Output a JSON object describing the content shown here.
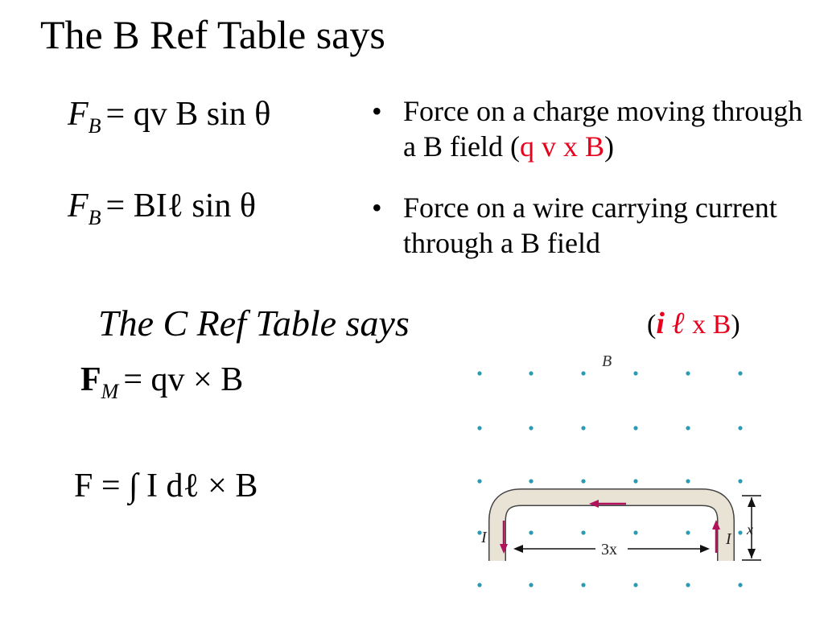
{
  "title": "The B Ref Table says",
  "equations": {
    "eq1": {
      "lhs": "F",
      "lhs_sub": "B",
      "rhs": "= qv B sin θ"
    },
    "eq2": {
      "lhs": "F",
      "lhs_sub": "B",
      "rhs": "= BIℓ sin θ"
    },
    "eq3": {
      "lhs": "F",
      "lhs_sub": "M",
      "rhs": "= qv × B"
    },
    "eq4": {
      "text": "F = ∫ I dℓ × B"
    }
  },
  "bullets": [
    {
      "text": "Force on a charge moving through a B field (",
      "highlight": "q v x B",
      "suffix": ")"
    },
    {
      "text": "Force on a wire carrying current through a B field"
    }
  ],
  "c_title": "The C Ref Table says",
  "c_note": {
    "open": "(",
    "il": "i ℓ",
    "highlight": " x B",
    "close": ")"
  },
  "diagram": {
    "field_label": "B",
    "current_left": "I",
    "current_right": "I",
    "width_label": "3x",
    "height_label": "x",
    "colors": {
      "dots": "#2a9bb3",
      "wire": "#e8e3d4",
      "wire_edge": "#444444",
      "arrow": "#b0125c"
    }
  }
}
